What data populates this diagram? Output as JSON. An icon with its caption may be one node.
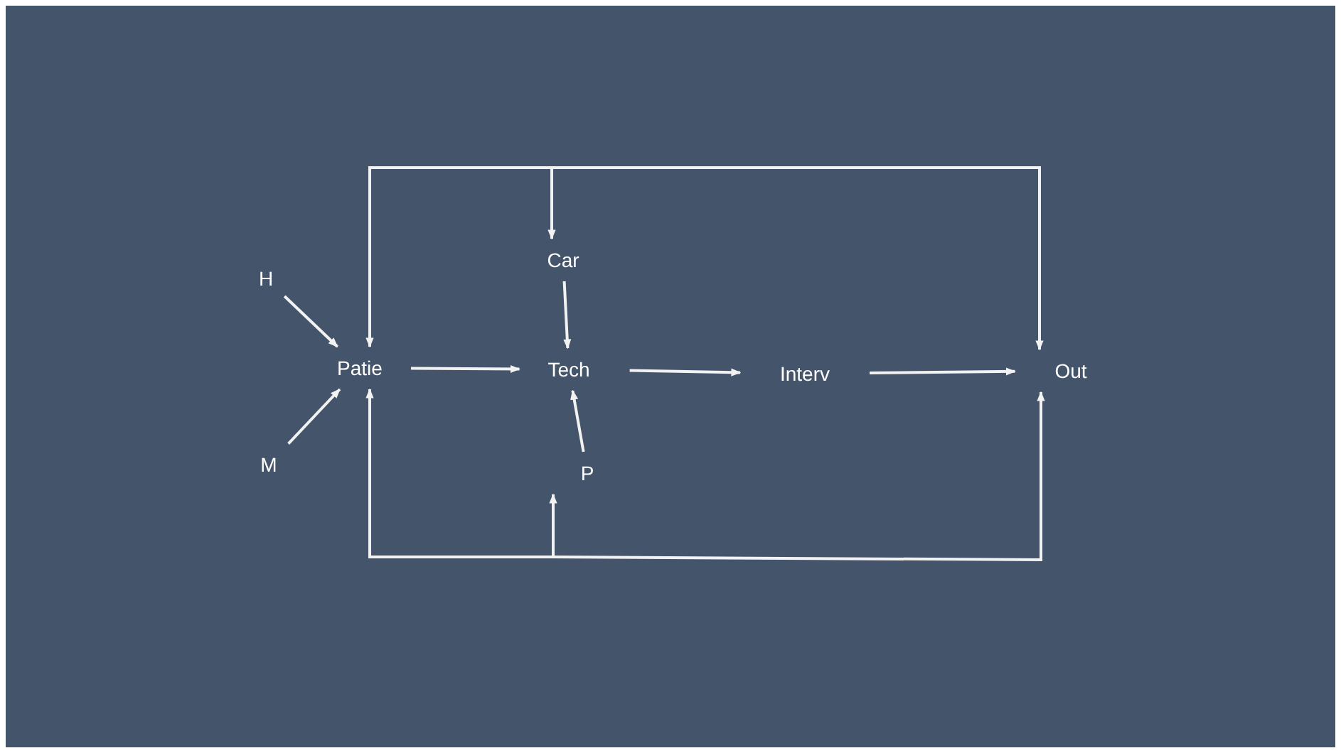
{
  "diagram": {
    "nodes": [
      {
        "text": [
          "H"
        ]
      },
      {
        "text": [
          "M"
        ]
      },
      {
        "text": [
          "Patie"
        ]
      },
      {
        "text": [
          "Car"
        ]
      },
      {
        "text": [
          "Tech"
        ]
      },
      {
        "text": [
          "P"
        ]
      },
      {
        "text": [
          "Interv"
        ]
      },
      {
        "text": [
          "Out"
        ]
      }
    ],
    "edges": [
      {
        "from": 0,
        "to": 2,
        "arrow": "to"
      },
      {
        "from": 1,
        "to": 2,
        "arrow": "to"
      },
      {
        "from": 2,
        "to": 4,
        "arrow": "to"
      },
      {
        "from": 3,
        "to": 4,
        "arrow": "to"
      },
      {
        "from": 5,
        "to": 4,
        "arrow": "to"
      },
      {
        "from": 4,
        "to": 6,
        "arrow": "to"
      },
      {
        "from": 6,
        "to": 7,
        "arrow": "to"
      },
      {
        "from": null,
        "to": 2,
        "arrow": "to"
      },
      {
        "from": null,
        "to": 3,
        "arrow": "to"
      },
      {
        "from": null,
        "to": 7,
        "arrow": "to"
      },
      {
        "from": null,
        "to": 2,
        "arrow": "to"
      },
      {
        "from": null,
        "to": 5,
        "arrow": "to"
      },
      {
        "from": null,
        "to": 7,
        "arrow": "to"
      }
    ]
  }
}
